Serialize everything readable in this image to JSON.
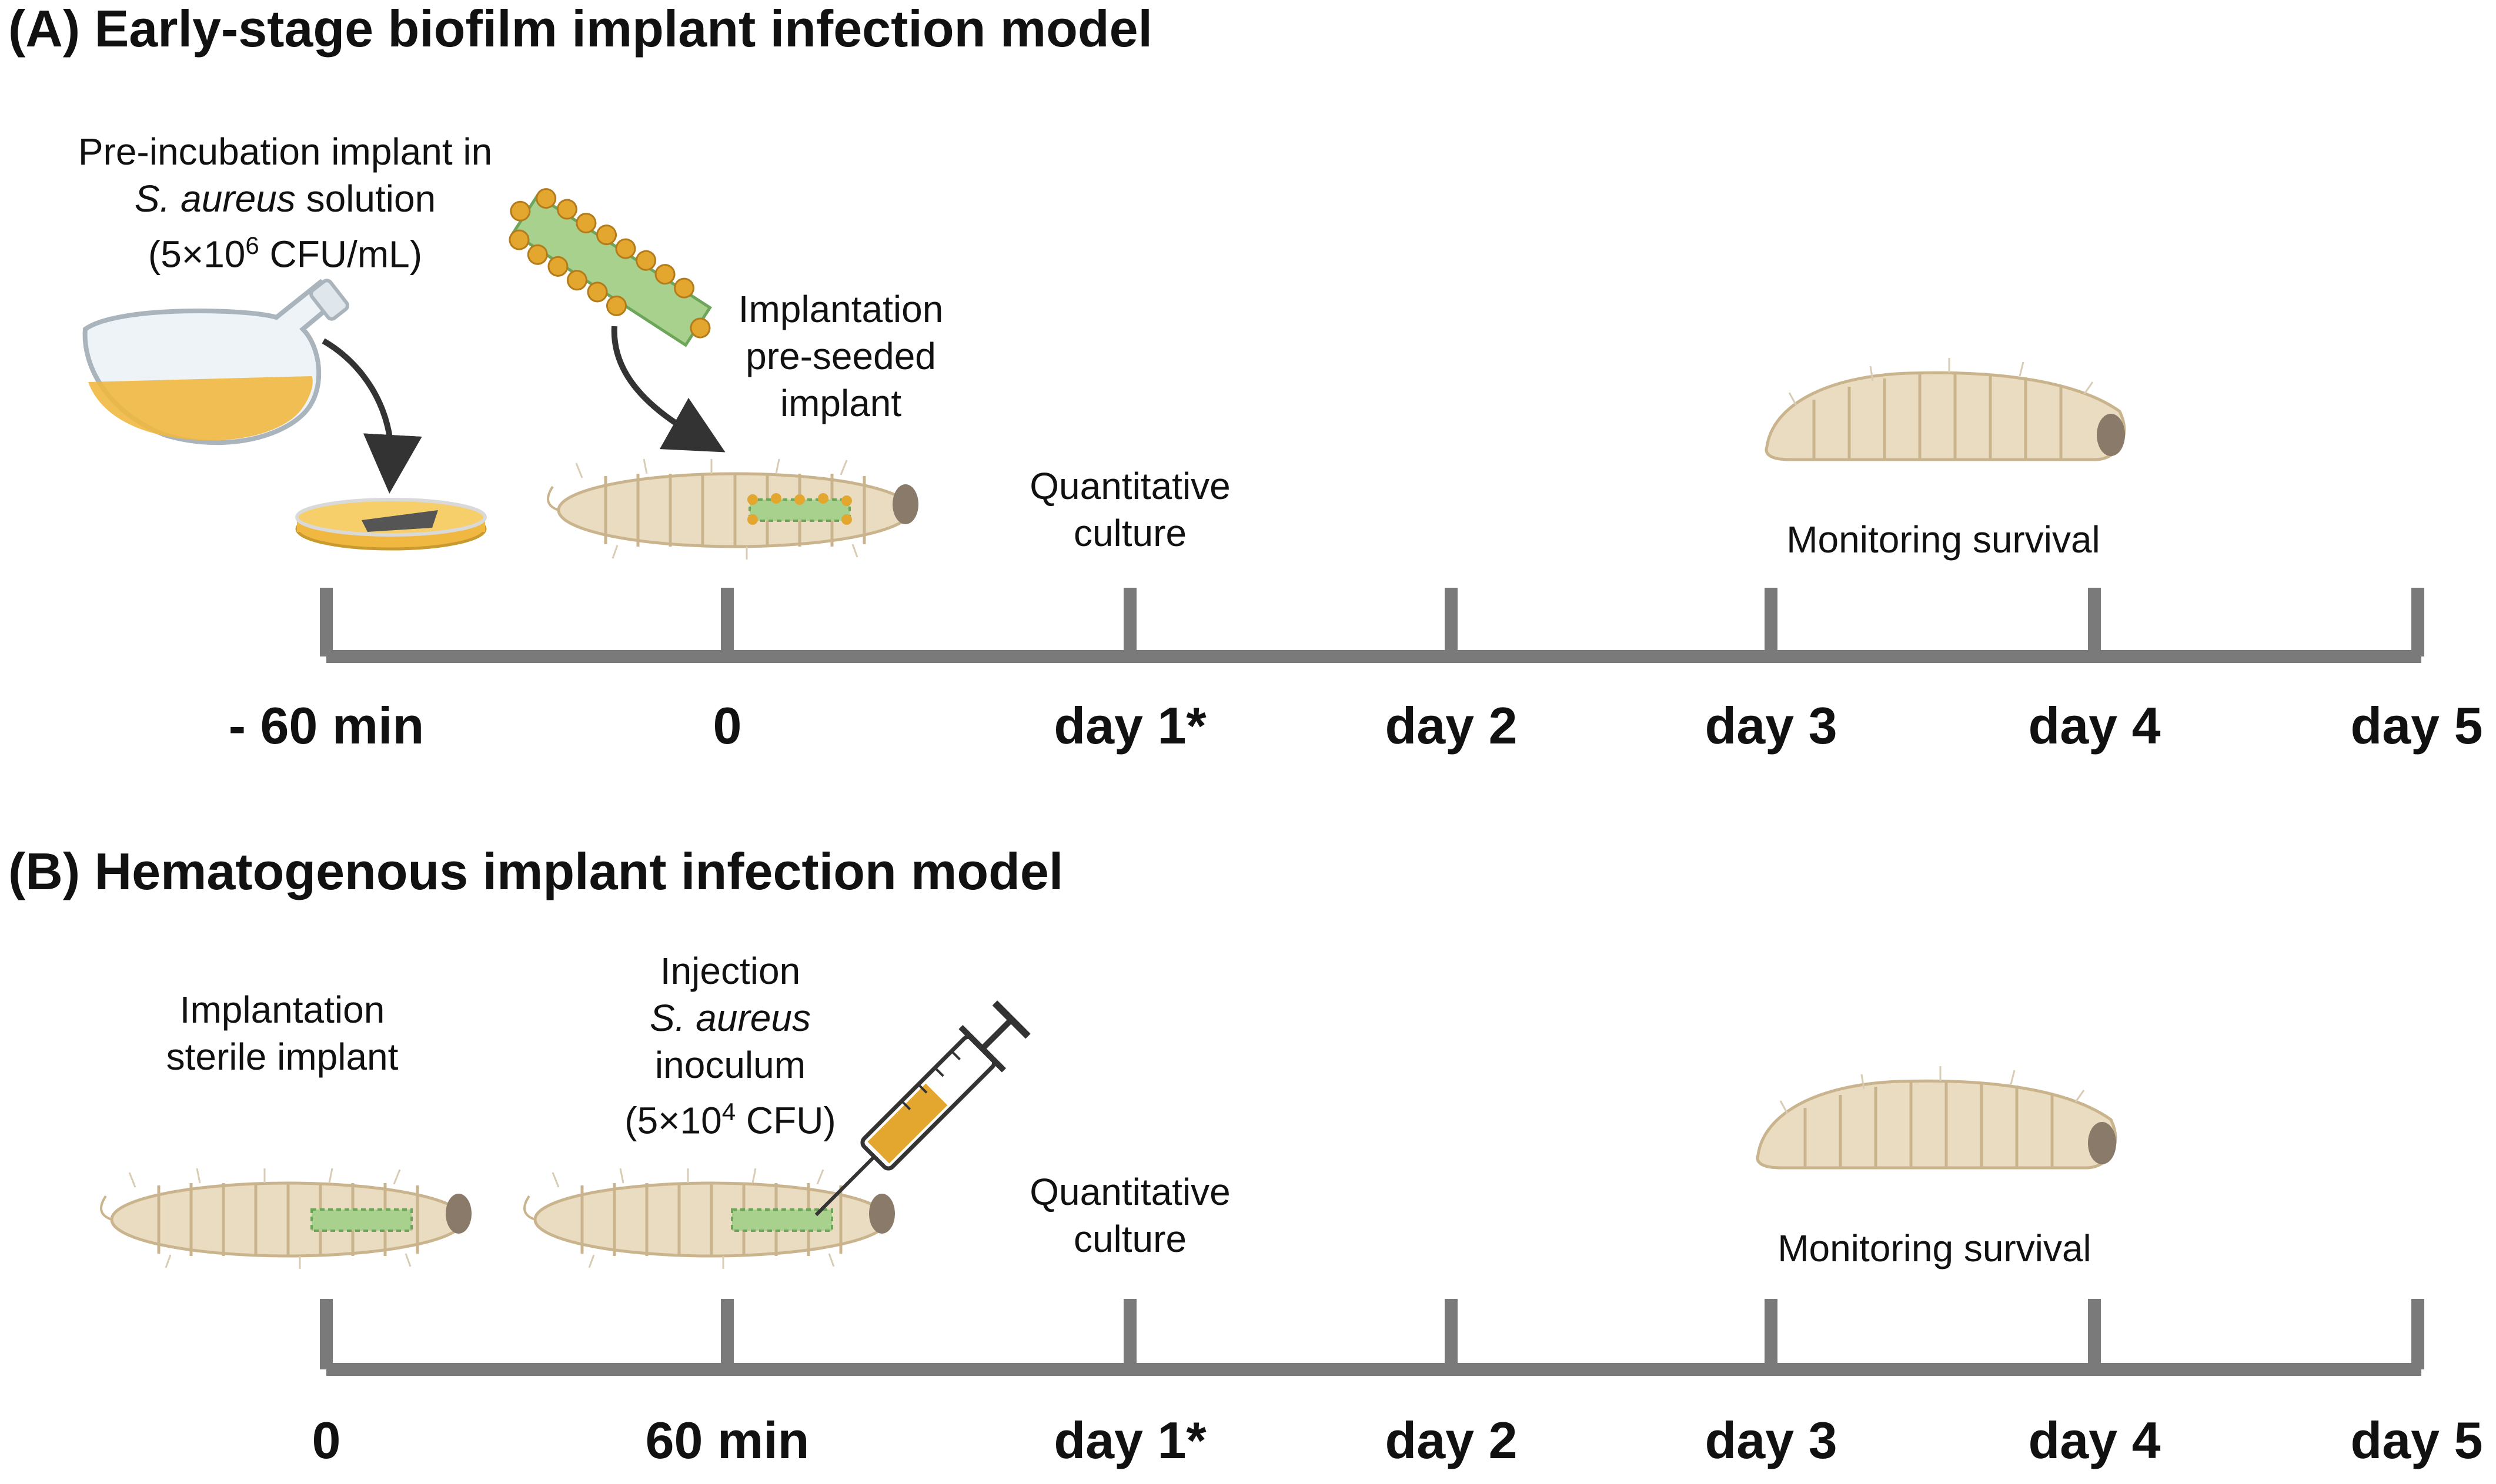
{
  "panel_a": {
    "title": "(A) Early-stage biofilm implant infection model",
    "preincubation": {
      "line1": "Pre-incubation implant in",
      "organism": "S. aureus",
      "line2_rest": " solution",
      "conc_base": "(5×10",
      "conc_exp": "6",
      "conc_rest": " CFU/mL)"
    },
    "implantation": [
      "Implantation",
      "pre-seeded",
      "implant"
    ],
    "quantitative": [
      "Quantitative",
      "culture"
    ],
    "monitoring": "Monitoring survival",
    "ticks": [
      "- 60 min",
      "0",
      "day 1*",
      "day 2",
      "day 3",
      "day 4",
      "day 5"
    ]
  },
  "panel_b": {
    "title": "(B) Hematogenous implant infection model",
    "implantation": [
      "Implantation",
      "sterile implant"
    ],
    "injection": {
      "line1": "Injection",
      "organism": "S. aureus",
      "line3": "inoculum",
      "dose_base": "(5×10",
      "dose_exp": "4",
      "dose_rest": " CFU)"
    },
    "quantitative": [
      "Quantitative",
      "culture"
    ],
    "monitoring": "Monitoring survival",
    "ticks": [
      "0",
      "60 min",
      "day 1*",
      "day 2",
      "day 3",
      "day 4",
      "day 5"
    ]
  },
  "colors": {
    "axis": "#7a7a7a",
    "larva_body": "#eadcc0",
    "larva_outline": "#c9b48e",
    "implant": "#a8d18d",
    "bacteria": "#e3a72f",
    "broth": "#f0b840",
    "arrow": "#333333"
  }
}
